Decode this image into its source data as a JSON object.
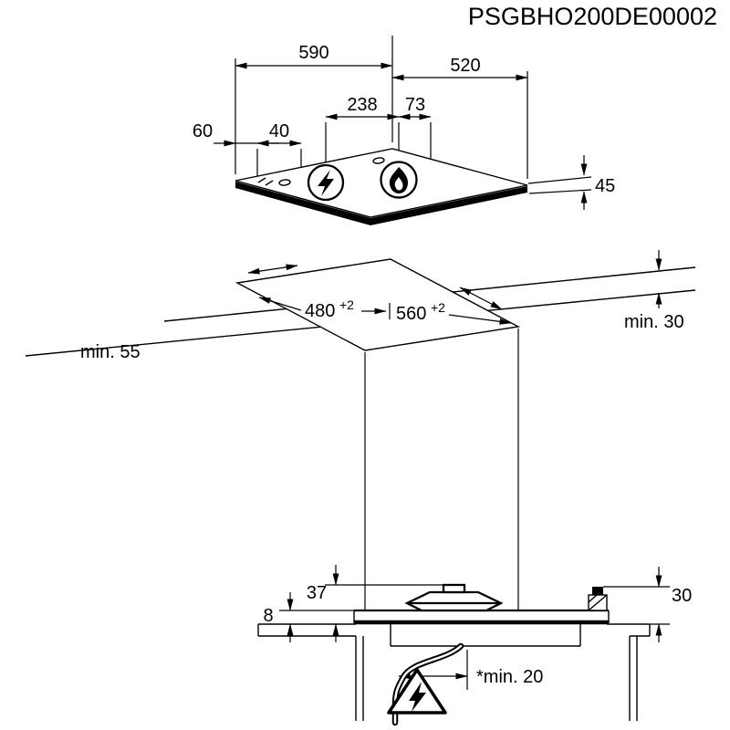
{
  "title": "PSGBHO200DE00002",
  "colors": {
    "line": "#000000",
    "background": "#ffffff"
  },
  "icons": {
    "electric_burner": "lightning-icon",
    "gas_burner": "flame-icon",
    "hazard": "electric-hazard-icon"
  },
  "top_view": {
    "hob_width": "590",
    "hob_depth": "520",
    "burner_dim_a": "238",
    "burner_dim_b": "73",
    "edge_dim_a": "60",
    "edge_dim_b": "40",
    "hob_height": "45"
  },
  "cutout_view": {
    "cutout_depth": "480",
    "cutout_depth_tolerance": "+2",
    "cutout_width": "560",
    "cutout_width_tolerance": "+2",
    "min_front_distance": "min. 55",
    "min_wall_distance": "min. 30"
  },
  "section_view": {
    "height_above_worktop": "8",
    "burner_height": "37",
    "knob_height": "30",
    "min_cable_clearance": "*min. 20"
  }
}
